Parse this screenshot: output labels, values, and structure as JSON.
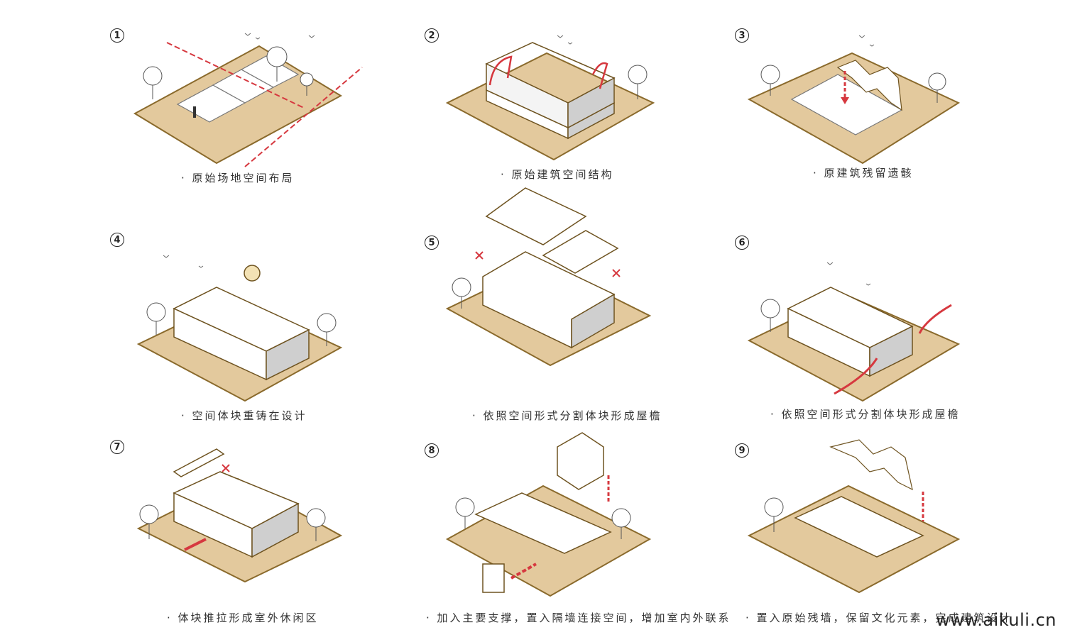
{
  "colors": {
    "ground_fill": "#e3c99d",
    "ground_stroke": "#8a6a2c",
    "outline": "#6e5320",
    "accent_red": "#d6383f",
    "wall_shade": "#cfcfcf",
    "roof_fill": "#ffffff"
  },
  "panels": [
    {
      "number": "1",
      "caption": "· 原始场地空间布局"
    },
    {
      "number": "2",
      "caption": "· 原始建筑空间结构"
    },
    {
      "number": "3",
      "caption": "· 原建筑残留遗骸"
    },
    {
      "number": "4",
      "caption": "· 空间体块重铸在设计"
    },
    {
      "number": "5",
      "caption": "· 依照空间形式分割体块形成屋檐"
    },
    {
      "number": "6",
      "caption": "· 依照空间形式分割体块形成屋檐"
    },
    {
      "number": "7",
      "caption": "· 体块推拉形成室外休闲区"
    },
    {
      "number": "8",
      "caption": "· 加入主要支撑，置入隔墙连接空间，增加室内外联系"
    },
    {
      "number": "9",
      "caption": "· 置入原始残墙，保留文化元素，完成建筑设计"
    }
  ],
  "icons": [
    "tree-icon",
    "bird-icon",
    "person-icon",
    "scissors-icon",
    "lightbulb-icon",
    "hand-icon",
    "arrow-icon"
  ],
  "watermark": "www.aikuli.cn"
}
